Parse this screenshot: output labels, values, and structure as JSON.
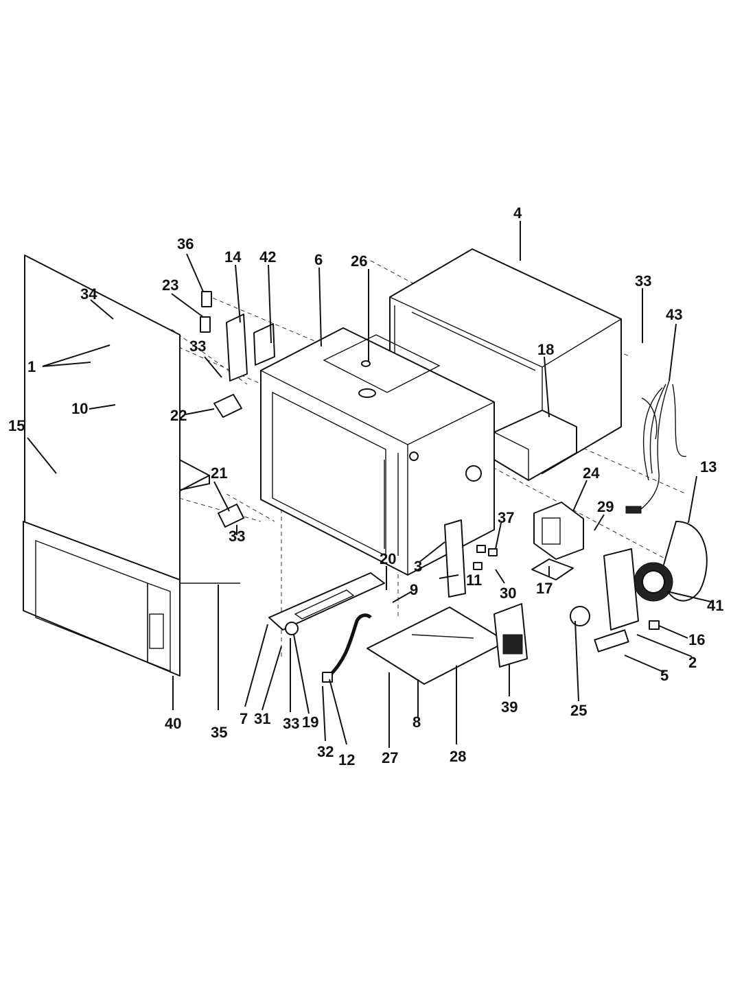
{
  "callouts": [
    {
      "id": "c1",
      "text": "1"
    },
    {
      "id": "c2",
      "text": "2"
    },
    {
      "id": "c3",
      "text": "3"
    },
    {
      "id": "c4",
      "text": "4"
    },
    {
      "id": "c5",
      "text": "5"
    },
    {
      "id": "c6",
      "text": "6"
    },
    {
      "id": "c7",
      "text": "7"
    },
    {
      "id": "c8",
      "text": "8"
    },
    {
      "id": "c9",
      "text": "9"
    },
    {
      "id": "c10",
      "text": "10"
    },
    {
      "id": "c11",
      "text": "11"
    },
    {
      "id": "c12",
      "text": "12"
    },
    {
      "id": "c13",
      "text": "13"
    },
    {
      "id": "c14",
      "text": "14"
    },
    {
      "id": "c15",
      "text": "15"
    },
    {
      "id": "c16",
      "text": "16"
    },
    {
      "id": "c17",
      "text": "17"
    },
    {
      "id": "c18",
      "text": "18"
    },
    {
      "id": "c19",
      "text": "19"
    },
    {
      "id": "c20",
      "text": "20"
    },
    {
      "id": "c21",
      "text": "21"
    },
    {
      "id": "c22",
      "text": "22"
    },
    {
      "id": "c23",
      "text": "23"
    },
    {
      "id": "c24",
      "text": "24"
    },
    {
      "id": "c25",
      "text": "25"
    },
    {
      "id": "c26",
      "text": "26"
    },
    {
      "id": "c27",
      "text": "27"
    },
    {
      "id": "c28",
      "text": "28"
    },
    {
      "id": "c29",
      "text": "29"
    },
    {
      "id": "c30",
      "text": "30"
    },
    {
      "id": "c31",
      "text": "31"
    },
    {
      "id": "c32",
      "text": "32"
    },
    {
      "id": "c33a",
      "text": "33"
    },
    {
      "id": "c33b",
      "text": "33"
    },
    {
      "id": "c33c",
      "text": "33"
    },
    {
      "id": "c33d",
      "text": "33"
    },
    {
      "id": "c34",
      "text": "34"
    },
    {
      "id": "c35",
      "text": "35"
    },
    {
      "id": "c36",
      "text": "36"
    },
    {
      "id": "c37",
      "text": "37"
    },
    {
      "id": "c39",
      "text": "39"
    },
    {
      "id": "c40",
      "text": "40"
    },
    {
      "id": "c41",
      "text": "41"
    },
    {
      "id": "c42",
      "text": "42"
    },
    {
      "id": "c43",
      "text": "43"
    }
  ]
}
